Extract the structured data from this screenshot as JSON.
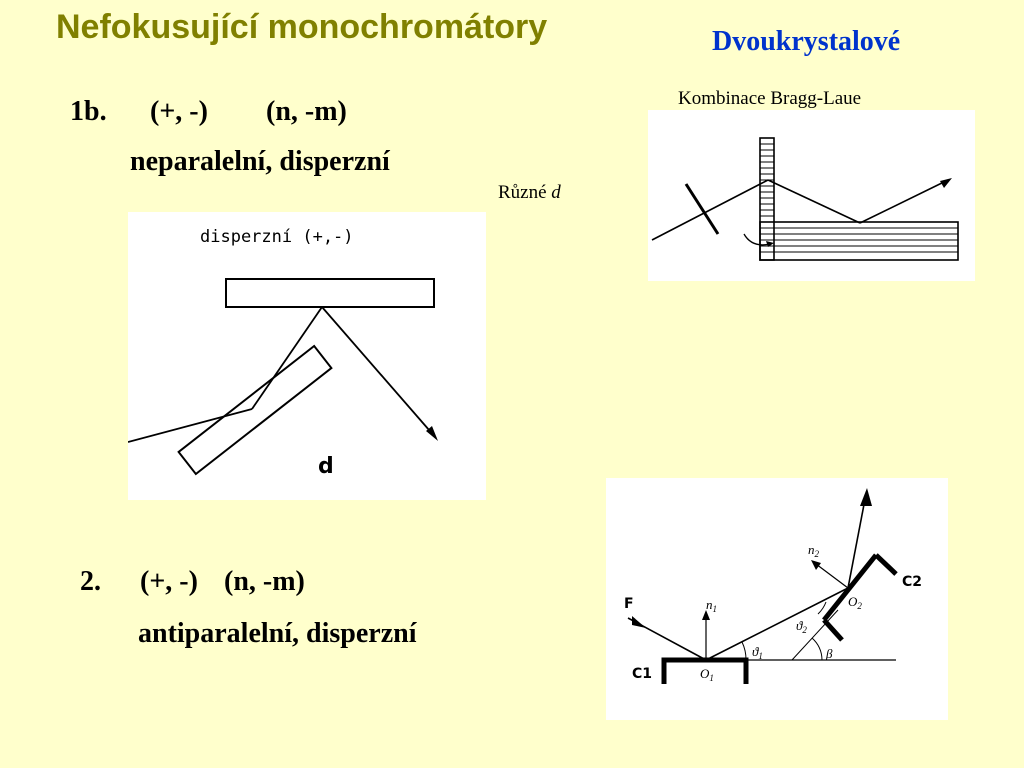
{
  "slide": {
    "title": "Nefokusující monochromátory",
    "subtitle": "Dvoukrystalové",
    "item1": {
      "label": "1b.",
      "sign": "(+, -)",
      "index": "(n, -m)",
      "desc": "neparalelní, disperzní"
    },
    "item2": {
      "label": "2.",
      "sign": "(+, -)",
      "index": "(n, -m)",
      "desc": "antiparalelní, disperzní"
    },
    "bragg_laue_caption": "Kombinace Bragg-Laue",
    "different_d": {
      "prefix": "Různé",
      "var": "d"
    }
  },
  "diagram1": {
    "caption": "disperzní (+,-)",
    "mark": "d"
  },
  "diagram3": {
    "labels": {
      "F": "F",
      "n1": "n",
      "n1_sub": "1",
      "n2": "n",
      "n2_sub": "2",
      "C1": "C1",
      "C2": "C2",
      "O1": "O",
      "O1_sub": "1",
      "O2": "O",
      "O2_sub": "2",
      "theta1": "ϑ",
      "theta1_sub": "1",
      "theta2": "ϑ",
      "theta2_sub": "2",
      "beta": "β"
    }
  }
}
